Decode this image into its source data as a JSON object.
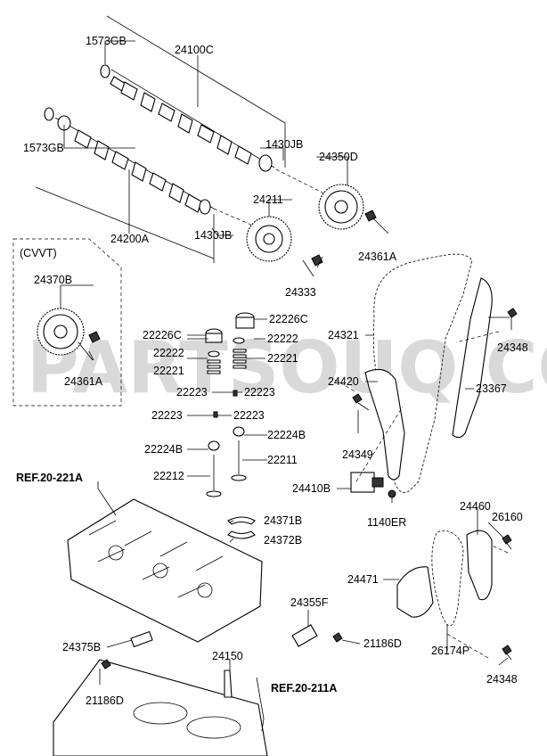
{
  "watermark": "PARTSOUQ.COM",
  "group_label": "(CVVT)",
  "refs": {
    "upper": "REF.20-221A",
    "lower": "REF.20-211A"
  },
  "labels": {
    "p1573gb_top": "1573GB",
    "p24100c": "24100C",
    "p1573gb_mid": "1573GB",
    "p1430jb_top": "1430JB",
    "p24350d": "24350D",
    "p24211": "24211",
    "p24200a": "24200A",
    "p1430jb_mid": "1430JB",
    "p24361a_right": "24361A",
    "p24370b": "24370B",
    "p24333": "24333",
    "p24361a_left": "24361A",
    "p22226c_l": "22226C",
    "p22226c_r": "22226C",
    "p22222_l": "22222",
    "p22222_r": "22222",
    "p22221_l": "22221",
    "p22221_r": "22221",
    "p22223_1": "22223",
    "p22223_2": "22223",
    "p22223_3": "22223",
    "p22223_4": "22223",
    "p22224b_l": "22224B",
    "p22224b_r": "22224B",
    "p22212": "22212",
    "p22211": "22211",
    "p24321": "24321",
    "p24348_top": "24348",
    "p24420": "24420",
    "p23367": "23367",
    "p24349": "24349",
    "p24410b": "24410B",
    "p1140er": "1140ER",
    "p24371b": "24371B",
    "p24372b": "24372B",
    "p24460": "24460",
    "p26160": "26160",
    "p24471": "24471",
    "p24355f": "24355F",
    "p21186d_r": "21186D",
    "p24375b": "24375B",
    "p24150": "24150",
    "p21186d_l": "21186D",
    "p26174p": "26174P",
    "p24348_bot": "24348"
  }
}
